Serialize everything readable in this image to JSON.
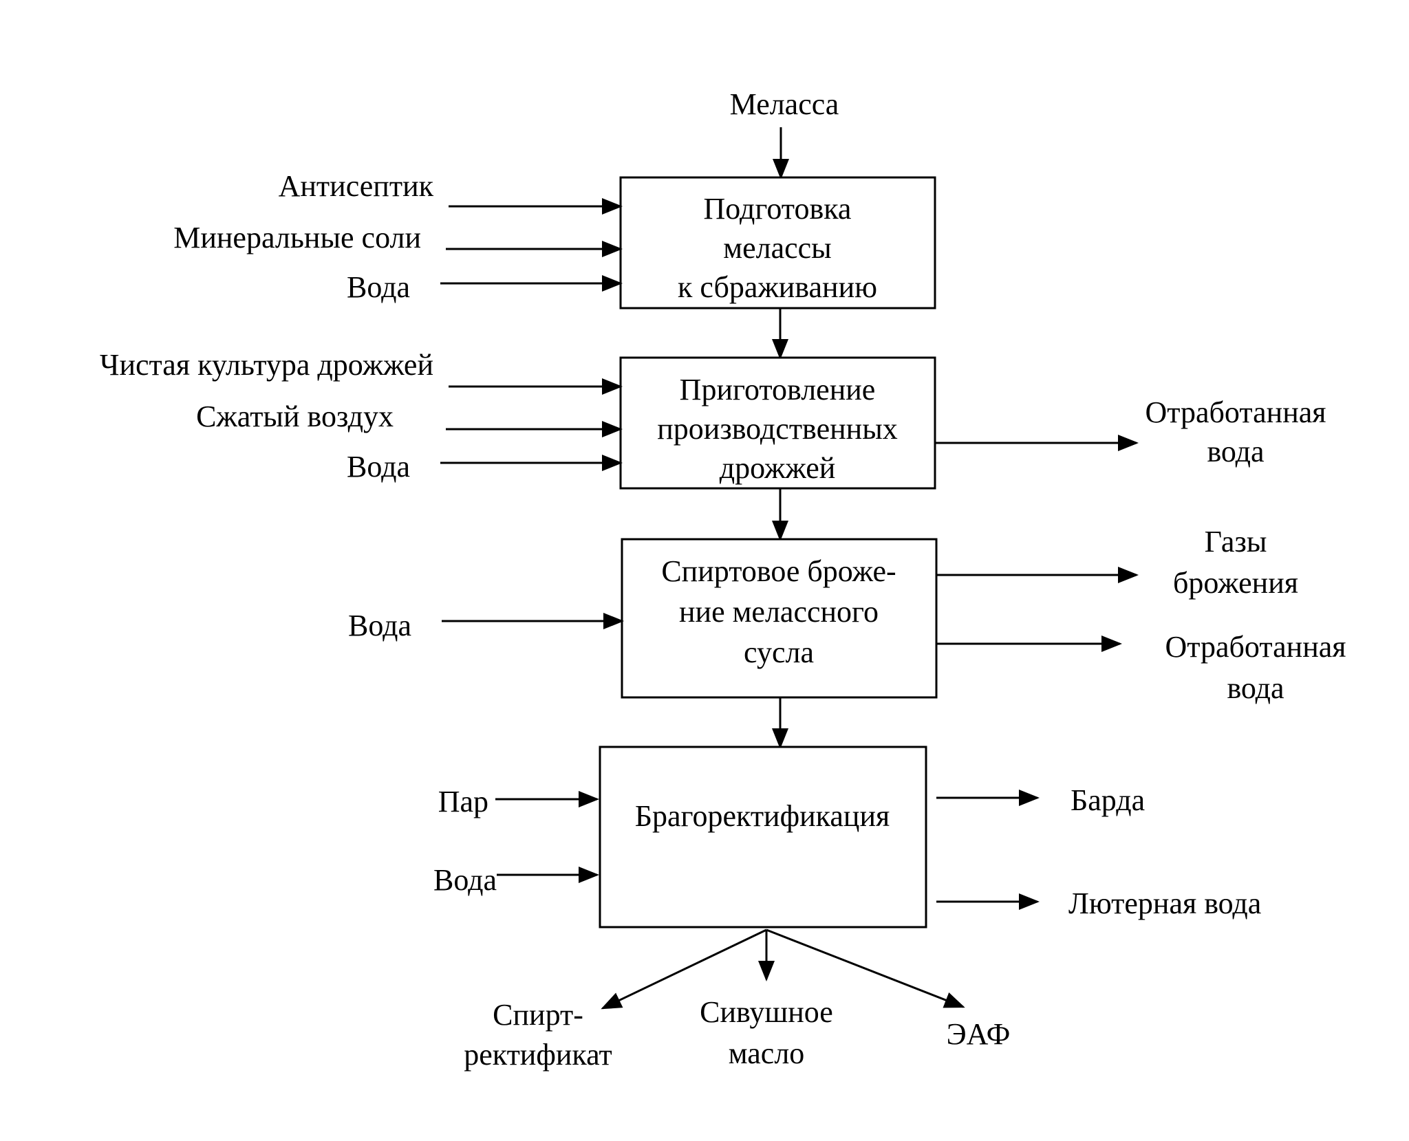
{
  "inputs": {
    "top": "Меласса",
    "block1": [
      "Антисептик",
      "Минеральные соли",
      "Вода"
    ],
    "block2": [
      "Чистая культура дрожжей",
      "Сжатый воздух",
      "Вода"
    ],
    "block3": [
      "Вода"
    ],
    "block4": [
      "Пар",
      "Вода"
    ]
  },
  "blocks": [
    {
      "lines": [
        "Подготовка",
        "мелассы",
        "к сбраживанию"
      ]
    },
    {
      "lines": [
        "Приготовление",
        "производственных",
        "дрожжей"
      ]
    },
    {
      "lines": [
        "Спиртовое броже-",
        "ние мелассного",
        "сусла"
      ]
    },
    {
      "lines": [
        "Брагоректификация"
      ]
    }
  ],
  "outputs": {
    "block2": [
      {
        "lines": [
          "Отработанная",
          "вода"
        ]
      }
    ],
    "block3": [
      {
        "lines": [
          "Газы",
          "брожения"
        ]
      },
      {
        "lines": [
          "Отработанная",
          "вода"
        ]
      }
    ],
    "block4_right": [
      "Барда",
      "Лютерная вода"
    ],
    "block4_bottom": [
      {
        "lines": [
          "Спирт-",
          "ректификат"
        ]
      },
      {
        "lines": [
          "Сивушное",
          "масло"
        ]
      },
      {
        "lines": [
          "ЭАФ"
        ]
      }
    ]
  }
}
